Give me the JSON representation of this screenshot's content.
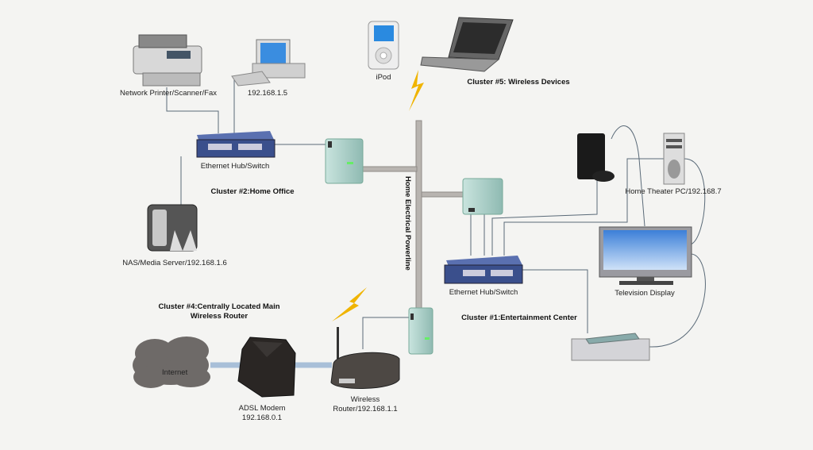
{
  "labels": {
    "printer": "Network Printer/Scanner/Fax",
    "pc": "192.168.1.5",
    "hub_office": "Ethernet Hub/Switch",
    "cluster2": "Cluster #2:Home Office",
    "nas": "NAS/Media Server/192.168.1.6",
    "ipod": "iPod",
    "cluster5": "Cluster #5: Wireless Devices",
    "powerline": "Home Electrical Powerline",
    "htpc": "Home Theater PC/192.168.7",
    "tv": "Television Display",
    "hub_ent": "Ethernet Hub/Switch",
    "cluster1": "Cluster #1:Entertainment Center",
    "cluster4_line1": "Cluster #4:Centrally Located Main",
    "cluster4_line2": "Wireless Router",
    "internet": "Internet",
    "modem_line1": "ADSL Modem",
    "modem_line2": "192.168.0.1",
    "router_line1": "Wireless",
    "router_line2": "Router/192.168.1.1"
  },
  "colors": {
    "background": "#f4f4f2",
    "hub": "#3a4f8c",
    "adapter": "#a9cfc8",
    "powerline": "#b8b4b0",
    "lightning": "#f0b400",
    "tv_screen": "#6aa0e0"
  }
}
